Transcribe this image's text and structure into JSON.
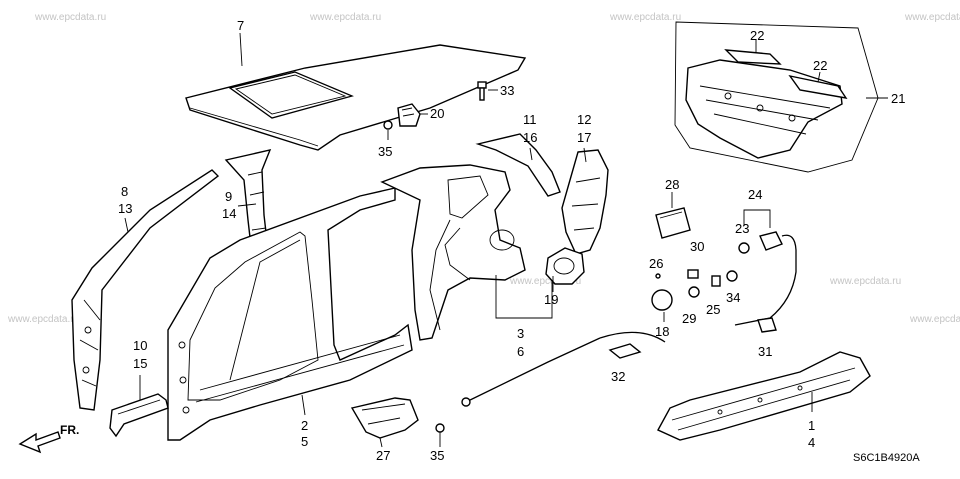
{
  "watermark": "www.epcdata.ru",
  "diagram_code": "S6C1B4920A",
  "front_label": "FR.",
  "callouts": {
    "c1": "1",
    "c2": "2",
    "c3": "3",
    "c4": "4",
    "c5": "5",
    "c6": "6",
    "c7": "7",
    "c8": "8",
    "c9": "9",
    "c10": "10",
    "c11": "11",
    "c12": "12",
    "c13": "13",
    "c14": "14",
    "c15": "15",
    "c16": "16",
    "c17": "17",
    "c18": "18",
    "c19": "19",
    "c20": "20",
    "c21": "21",
    "c22a": "22",
    "c22b": "22",
    "c23": "23",
    "c24": "24",
    "c25": "25",
    "c26": "26",
    "c27": "27",
    "c28": "28",
    "c29": "29",
    "c30": "30",
    "c31": "31",
    "c32": "32",
    "c33": "33",
    "c34": "34",
    "c35a": "35",
    "c35b": "35"
  }
}
